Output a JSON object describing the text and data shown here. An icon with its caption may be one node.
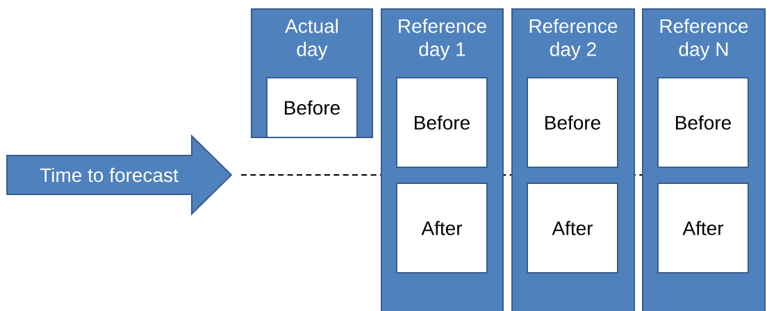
{
  "diagram": {
    "nodes": [
      {
        "text": [
          "Time to forecast"
        ]
      },
      {
        "text": [
          "Actual day"
        ]
      },
      {
        "text": [
          "Before"
        ],
        "in": 1
      },
      {
        "text": [
          "Reference day 1"
        ]
      },
      {
        "text": [
          "Before"
        ],
        "in": 3
      },
      {
        "text": [
          "After"
        ],
        "in": 3
      },
      {
        "text": [
          "Reference day 2"
        ]
      },
      {
        "text": [
          "Before"
        ],
        "in": 6
      },
      {
        "text": [
          "After"
        ],
        "in": 6
      },
      {
        "text": [
          "Reference day N"
        ]
      },
      {
        "text": [
          "Before"
        ],
        "in": 9
      },
      {
        "text": [
          "After"
        ],
        "in": 9
      }
    ],
    "edges": []
  }
}
